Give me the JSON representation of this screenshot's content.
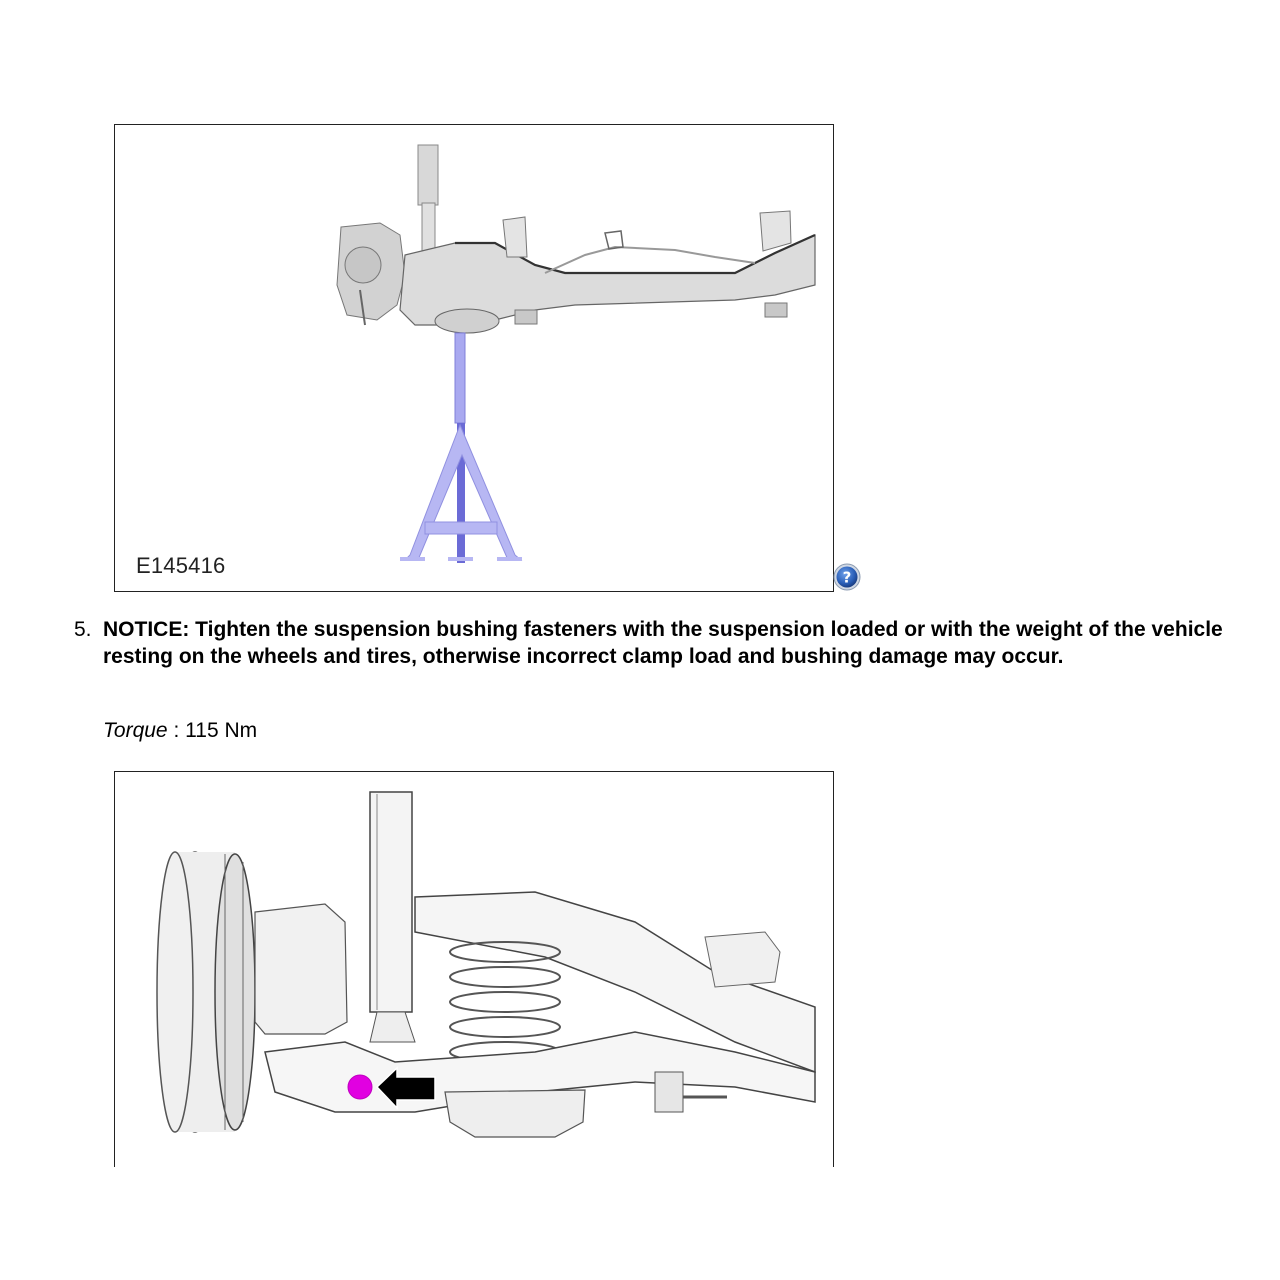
{
  "figures": [
    {
      "id": "E145416",
      "description": "Rear suspension axle/twist beam supported by a blue jack stand under the spring seat, with shock absorber upright"
    },
    {
      "id": "",
      "description": "Close-up of rear trailing arm, coil spring and shock absorber with magenta dot and black arrow indicating bushing fastener",
      "callout_color": "#e100e1",
      "arrow_color": "#000000"
    }
  ],
  "help_icon": {
    "name": "help-icon",
    "color": "#2a5fb8"
  },
  "step": {
    "number": "5.",
    "notice_label": "NOTICE:",
    "text": "NOTICE: Tighten the suspension bushing fasteners with the suspension loaded or with the weight of the vehicle resting on the wheels and tires, otherwise incorrect clamp load and bushing damage may occur."
  },
  "torque": {
    "label": "Torque",
    "separator": " : ",
    "value": "115 Nm"
  }
}
